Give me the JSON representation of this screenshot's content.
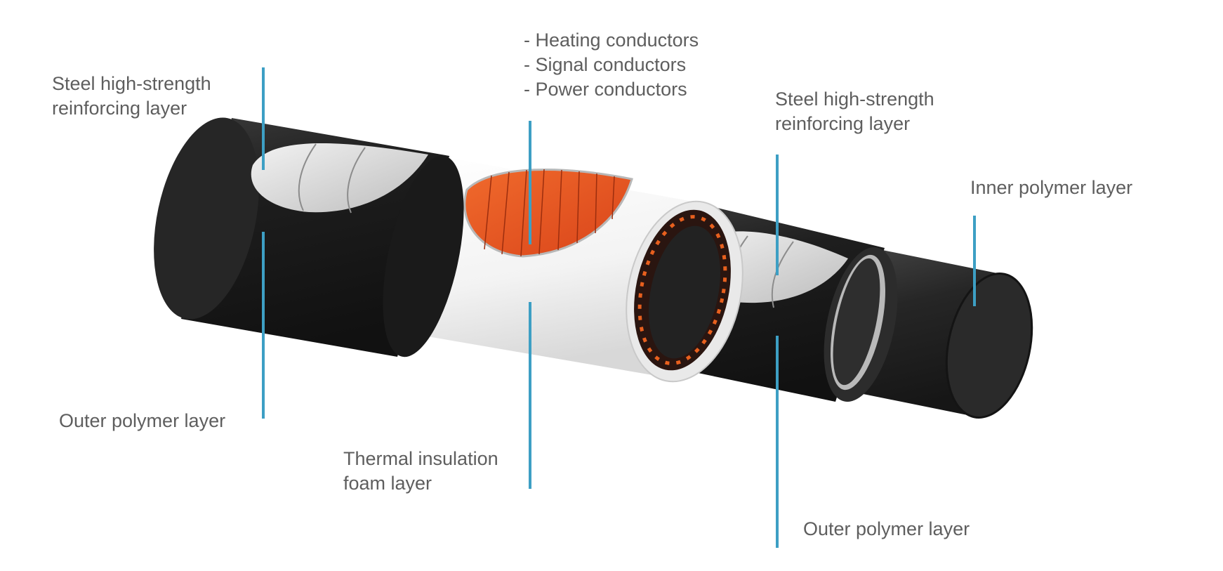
{
  "colors": {
    "leader_line": "#3d9fc4",
    "label_text": "#5e5e5e",
    "outer_polymer": "#1e1e1e",
    "reinforcing_steel": "#d9d9d9",
    "insulation_foam": "#f4f4f4",
    "conductors": "#e8521e",
    "inner_polymer": "#262626"
  },
  "labels": {
    "conductors": [
      "- Heating conductors",
      "- Signal conductors",
      "- Power conductors"
    ],
    "steel_left": [
      "Steel high-strength",
      "reinforcing layer"
    ],
    "steel_right": [
      "Steel high-strength",
      "reinforcing layer"
    ],
    "inner_polymer": [
      "Inner polymer layer"
    ],
    "outer_polymer_left": [
      "Outer polymer layer"
    ],
    "thermal_insulation": [
      "Thermal insulation",
      "foam layer"
    ],
    "outer_polymer_right": [
      "Outer polymer layer"
    ]
  }
}
